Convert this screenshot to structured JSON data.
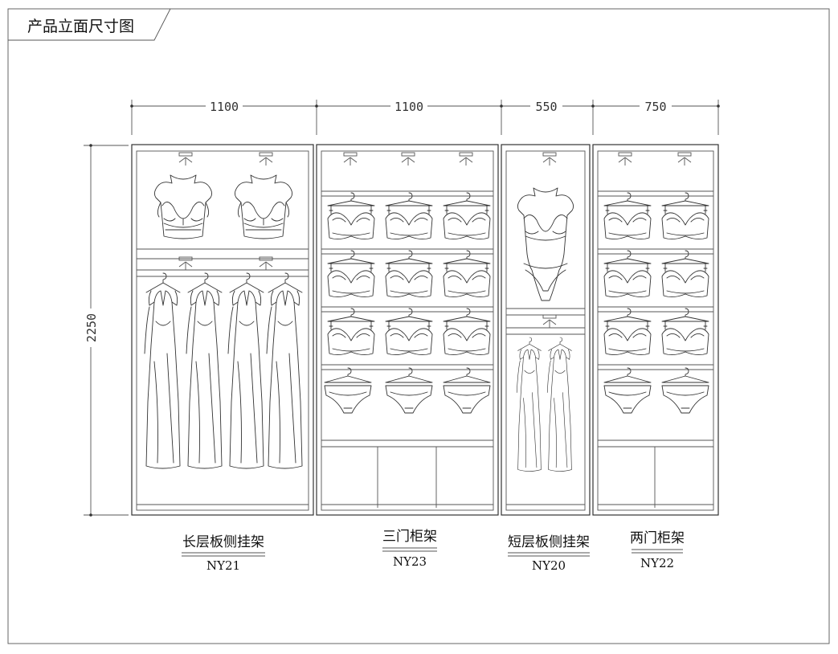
{
  "drawing": {
    "title": "产品立面尺寸图"
  },
  "dimensions": {
    "widths": [
      "1100",
      "1100",
      "550",
      "750"
    ],
    "height": "2250"
  },
  "cabinets": [
    {
      "name": "长层板侧挂架",
      "code": "NY21"
    },
    {
      "name": "三门柜架",
      "code": "NY23"
    },
    {
      "name": "短层板侧挂架",
      "code": "NY20"
    },
    {
      "name": "两门柜架",
      "code": "NY22"
    }
  ],
  "icons": [
    "spotlight-icon",
    "bust-bra-icon",
    "hanger-bra-icon",
    "hanger-panty-icon",
    "hanging-dress-icon",
    "full-mannequin-icon"
  ]
}
